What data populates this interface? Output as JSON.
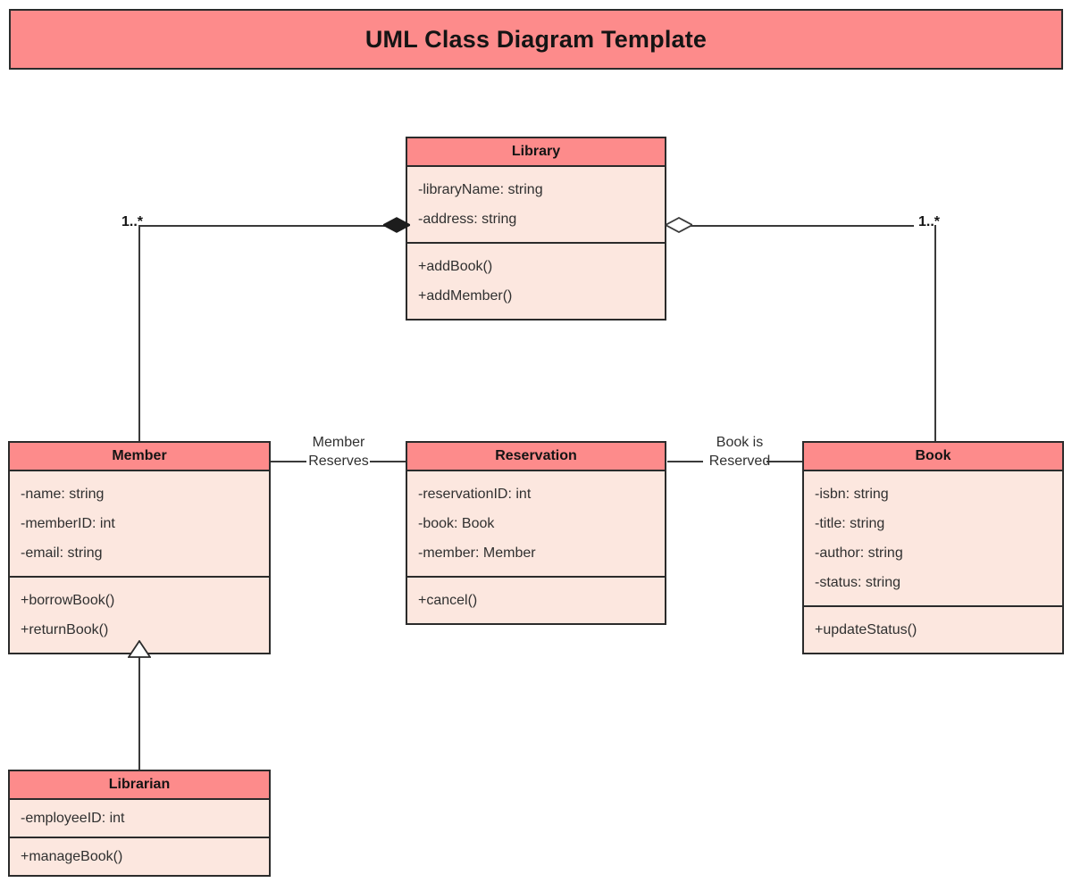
{
  "page": {
    "title": "UML Class Diagram Template",
    "accent_header_color": "#FD8B8B",
    "body_fill_color": "#FCE7DF",
    "stroke_color": "#2b2b2b",
    "background_color": "#ffffff"
  },
  "classes": [
    {
      "id": "library",
      "name": "Library",
      "attributes": [
        "-libraryName: string",
        "-address: string"
      ],
      "methods": [
        "+addBook()",
        "+addMember()"
      ]
    },
    {
      "id": "member",
      "name": "Member",
      "attributes": [
        "-name: string",
        "-memberID: int",
        "-email: string"
      ],
      "methods": [
        "+borrowBook()",
        "+returnBook()"
      ]
    },
    {
      "id": "reservation",
      "name": "Reservation",
      "attributes": [
        "-reservationID: int",
        "-book: Book",
        "-member: Member"
      ],
      "methods": [
        "+cancel()"
      ]
    },
    {
      "id": "book",
      "name": "Book",
      "attributes": [
        "-isbn: string",
        "-title: string",
        "-author: string",
        "-status: string"
      ],
      "methods": [
        "+updateStatus()"
      ]
    },
    {
      "id": "librarian",
      "name": "Librarian",
      "attributes": [
        "-employeeID: int"
      ],
      "methods": [
        "+manageBook()"
      ]
    }
  ],
  "relationships": [
    {
      "id": "library-member",
      "type": "composition",
      "from": "Library",
      "to": "Member",
      "marker": "filled-diamond",
      "multiplicity": "1..*"
    },
    {
      "id": "library-book",
      "type": "aggregation",
      "from": "Library",
      "to": "Book",
      "marker": "hollow-diamond",
      "multiplicity": "1..*"
    },
    {
      "id": "member-reservation",
      "type": "association",
      "from": "Member",
      "to": "Reservation",
      "label_line1": "Member",
      "label_line2": "Reserves"
    },
    {
      "id": "book-reservation",
      "type": "association",
      "from": "Reservation",
      "to": "Book",
      "label_line1": "Book is",
      "label_line2": "Reserved"
    },
    {
      "id": "librarian-member",
      "type": "generalization",
      "from": "Librarian",
      "to": "Member",
      "marker": "hollow-triangle"
    }
  ]
}
